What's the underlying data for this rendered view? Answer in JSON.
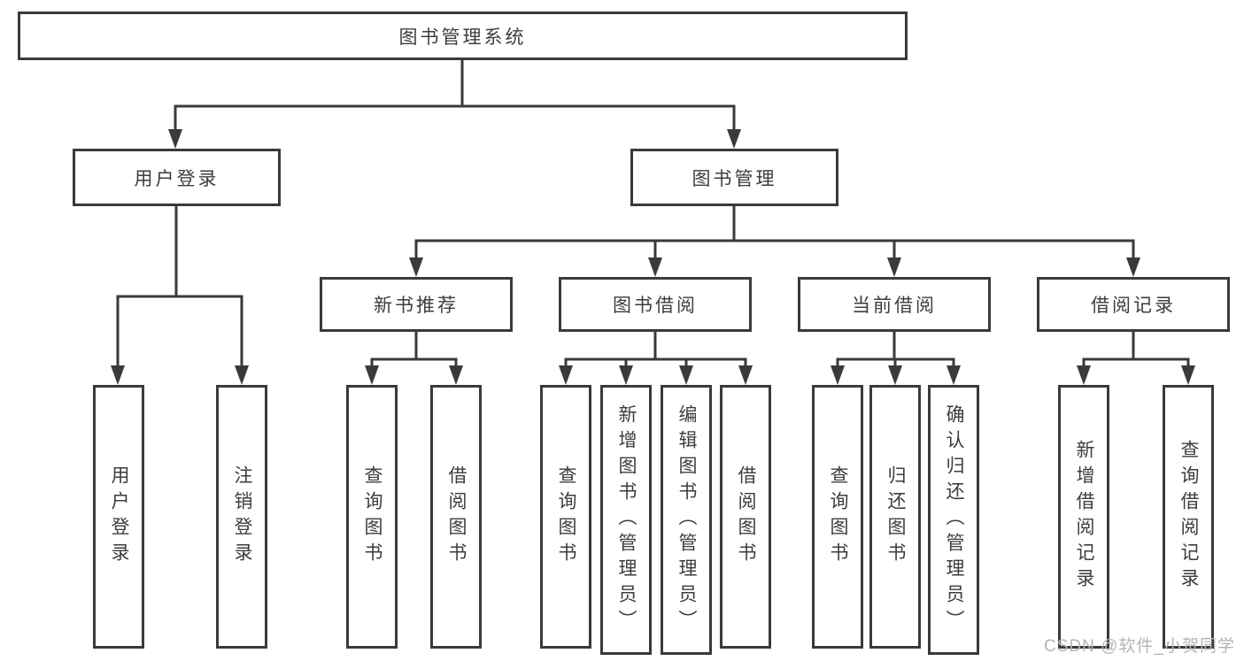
{
  "colors": {
    "line": "#3a3a3a",
    "text": "#3d3d3d",
    "watermark": "#b5b5b5",
    "background": "#ffffff"
  },
  "watermark": "CSDN @软件_小贺同学",
  "tree": {
    "root": "图书管理系统",
    "branches": [
      {
        "label": "用户登录",
        "leaves": [
          "用户登录",
          "注销登录"
        ]
      },
      {
        "label": "图书管理",
        "children": [
          {
            "label": "新书推荐",
            "leaves": [
              "查询图书",
              "借阅图书"
            ]
          },
          {
            "label": "图书借阅",
            "leaves": [
              "查询图书",
              "新增图书（管理员）",
              "编辑图书（管理员）",
              "借阅图书"
            ]
          },
          {
            "label": "当前借阅",
            "leaves": [
              "查询图书",
              "归还图书",
              "确认归还（管理员）"
            ]
          },
          {
            "label": "借阅记录",
            "leaves": [
              "新增借阅记录",
              "查询借阅记录"
            ]
          }
        ]
      }
    ]
  }
}
